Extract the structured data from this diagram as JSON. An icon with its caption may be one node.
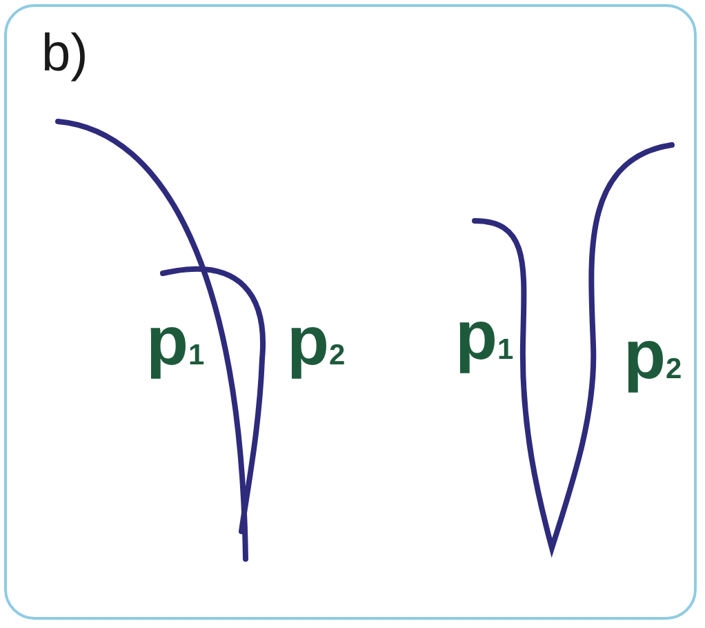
{
  "diagram": {
    "labels": [
      "b)",
      "p$_{1}$",
      "p$_{2}$",
      "p$_{1}$",
      "p$_{2}$"
    ]
  }
}
